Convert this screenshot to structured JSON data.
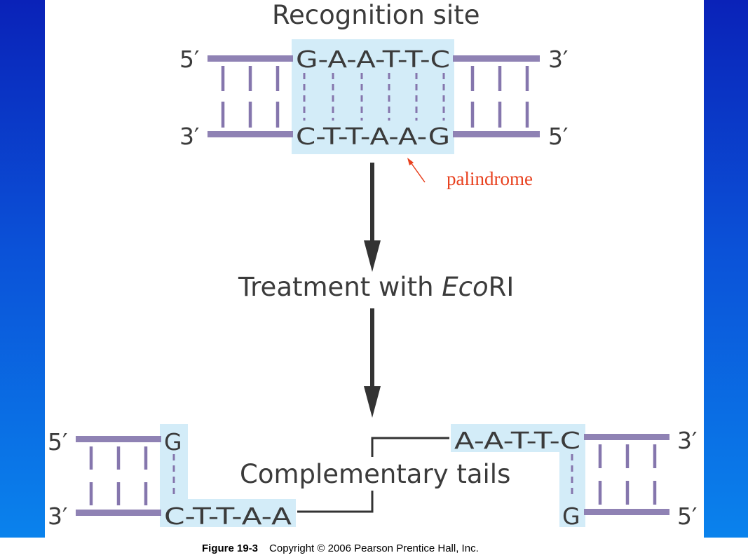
{
  "diagram": {
    "title": "Recognition site",
    "top_strand": {
      "five_prime": "5′",
      "three_prime": "3′",
      "sequence": "G-A-A-T-T-C"
    },
    "bottom_strand": {
      "three_prime": "3′",
      "five_prime": "5′",
      "sequence": "C-T-T-A-A-G"
    },
    "annotation": "palindrome",
    "annotation_color": "#e8411f",
    "treatment_prefix": "Treatment with ",
    "treatment_enzyme_italic": "Eco",
    "treatment_enzyme_rest": "RI",
    "left_fragment": {
      "five_prime": "5′",
      "three_prime": "3′",
      "top_base": "G",
      "bottom_sequence": "C-T-T-A-A"
    },
    "right_fragment": {
      "top_sequence": "A-A-T-T-C",
      "bottom_base": "G",
      "three_prime": "3′",
      "five_prime": "5′"
    },
    "tails_label": "Complementary tails"
  },
  "caption": {
    "figure": "Figure 19-3",
    "copyright": "Copyright © 2006 Pearson Prentice Hall, Inc."
  },
  "colors": {
    "background_top": "#0a22b8",
    "background_bottom": "#0a86ee",
    "strand": "#8f82b4",
    "highlight": "#d3ecf8"
  }
}
